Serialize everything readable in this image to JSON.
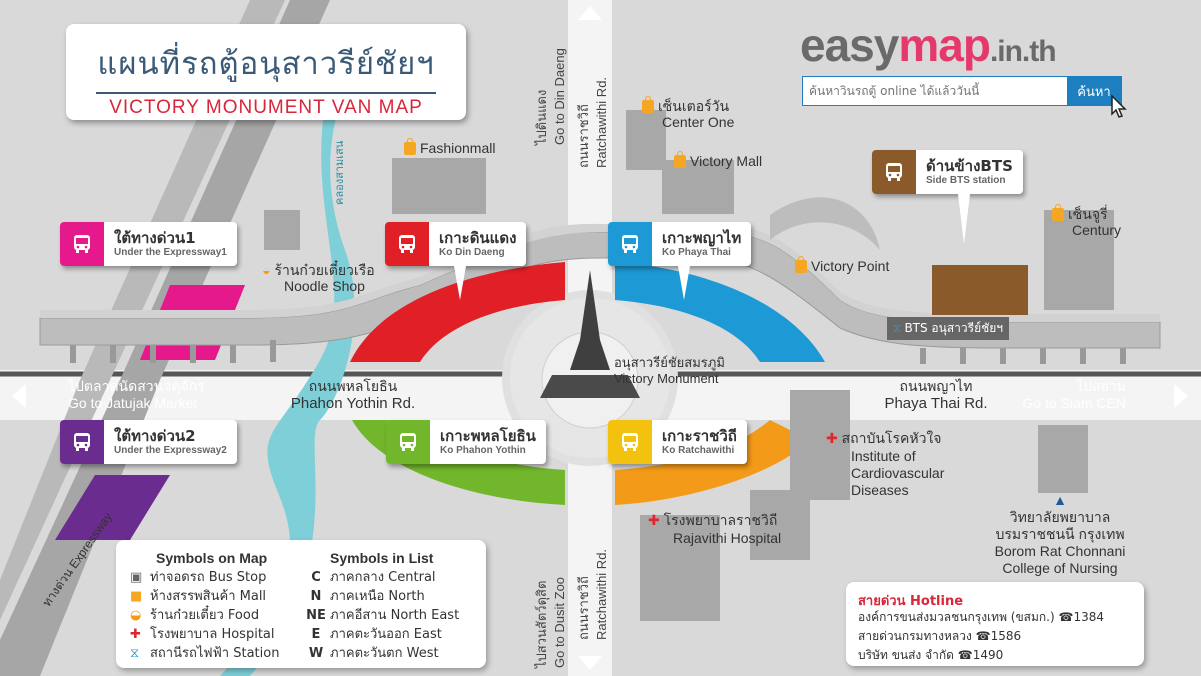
{
  "title": {
    "thai": "แผนที่รถตู้อนุสาวรีย์ชัยฯ",
    "english": "VICTORY MONUMENT VAN MAP"
  },
  "brand": {
    "easy": "easy",
    "map": "map",
    "domain": ".in.th"
  },
  "search": {
    "placeholder": "ค้นหาวินรถตู้ online ได้แล้ววันนี้",
    "button": "ค้นหา"
  },
  "stops": {
    "expressway1": {
      "thai": "ใต้ทางด่วน1",
      "english": "Under the Expressway1",
      "color": "#e6198c"
    },
    "din_daeng": {
      "thai": "เกาะดินแดง",
      "english": "Ko Din Daeng",
      "color": "#e11f26"
    },
    "phaya_thai": {
      "thai": "เกาะพญาไท",
      "english": "Ko Phaya Thai",
      "color": "#1d9ad6"
    },
    "bts_side": {
      "thai": "ด้านข้างBTS",
      "english": "Side BTS station",
      "color": "#8b5a2b"
    },
    "expressway2": {
      "thai": "ใต้ทางด่วน2",
      "english": "Under the Expressway2",
      "color": "#6b2c8f"
    },
    "phahon_yothin": {
      "thai": "เกาะพหลโยธิน",
      "english": "Ko  Phahon Yothin",
      "color": "#72b62b"
    },
    "ratchawithi": {
      "thai": "เกาะราชวิถี",
      "english": "Ko Ratchawithi",
      "color": "#f2c20f"
    }
  },
  "places": {
    "fashionmall": "Fashionmall",
    "center_one_th": "เซ็นเตอร์วัน",
    "center_one_en": "Center One",
    "victory_mall": "Victory Mall",
    "victory_point": "Victory Point",
    "century_th": "เซ็นจูรี่",
    "century_en": "Century",
    "noodle_th": "ร้านก๋วยเตี๋ยวเรือ",
    "noodle_en": "Noodle Shop",
    "bts_station": "BTS อนุสาวรีย์ชัยฯ",
    "monument_th": "อนุสาวรีย์ชัยสมรภูมิ",
    "monument_en": "Victory Monument",
    "heart_th": "สถาบันโรคหัวใจ",
    "heart_en1": "Institute of",
    "heart_en2": "Cardiovascular",
    "heart_en3": "Diseases",
    "rajavithi_th": "โรงพยาบาลราชวิถี",
    "rajavithi_en": "Rajavithi Hospital",
    "college_th1": "วิทยาลัยพยาบาล",
    "college_th2": "บรมราชชนนี กรุงเทพ",
    "college_en1": "Borom Rat Chonnani",
    "college_en2": "College of Nursing",
    "canal": "คลองสามเสน",
    "expressway_road": "ทางด่วน Expressway"
  },
  "roads": {
    "ratchawithi_north_th": "ถนนราชวิถี",
    "ratchawithi_north_en": "Ratchawithi Rd.",
    "ratchawithi_south_th": "ถนนราชวิถี",
    "ratchawithi_south_en": "Ratchawithi Rd.",
    "phahon_th": "ถนนพหลโยธิน",
    "phahon_en": "Phahon Yothin Rd.",
    "phaya_th": "ถนนพญาไท",
    "phaya_en": "Phaya Thai Rd.",
    "go_din_daeng_th": "ไปดินแดง",
    "go_din_daeng_en": "Go to Din Daeng",
    "go_jatujak_th": "ไปตลาดนัดสวนจตุจักร",
    "go_jatujak_en": "Go to Jatujak Market",
    "go_siam_th": "ไปสยาม",
    "go_siam_en": "Go to Siam CEN",
    "go_zoo_th": "ไปสวนสัตว์ดุสิต",
    "go_zoo_en": "Go to Dusit Zoo"
  },
  "legend": {
    "map_title": "Symbols on Map",
    "list_title": "Symbols in List",
    "map_items": [
      {
        "icon": "bus-stop-icon",
        "label": "ท่าจอดรถ Bus Stop"
      },
      {
        "icon": "mall-icon",
        "label": "ห้างสรรพสินค้า Mall"
      },
      {
        "icon": "food-icon",
        "label": "ร้านก๋วยเตี๋ยว Food"
      },
      {
        "icon": "hospital-icon",
        "label": "โรงพยาบาล Hospital"
      },
      {
        "icon": "station-icon",
        "label": "สถานีรถไฟฟ้า Station"
      }
    ],
    "list_items": [
      {
        "code": "C",
        "label": "ภาคกลาง Central"
      },
      {
        "code": "N",
        "label": "ภาคเหนือ North"
      },
      {
        "code": "NE",
        "label": "ภาคอีสาน North East"
      },
      {
        "code": "E",
        "label": "ภาคตะวันออก East"
      },
      {
        "code": "W",
        "label": "ภาคตะวันตก West"
      }
    ]
  },
  "hotline": {
    "title": "สายด่วน Hotline",
    "lines": [
      {
        "name": "องค์การขนส่งมวลชนกรุงเทพ (ขสมก.)",
        "number": "1384"
      },
      {
        "name": "สายด่วนกรมทางหลวง",
        "number": "1586"
      },
      {
        "name": "บริษัท ขนส่ง จำกัด",
        "number": "1490"
      }
    ]
  }
}
